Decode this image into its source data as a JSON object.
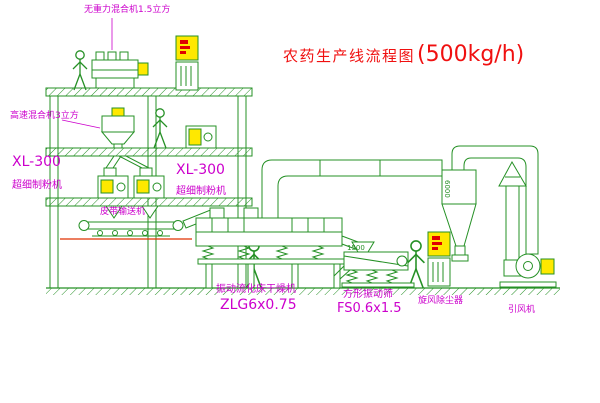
{
  "title": {
    "text": "农药生产线流程图",
    "capacity": "(500kg/h)"
  },
  "labels": {
    "gravity_mixer": "无重力混合机1.5立方",
    "high_speed_mixer": "高速混合机3立方",
    "mill_left_model": "XL-300",
    "mill_left_name": "超细制粉机",
    "mill_right_model": "XL-300",
    "mill_right_name": "超细制粉机",
    "belt_conveyor": "皮带输送机",
    "dryer_name": "振动流化床干燥机",
    "dryer_model": "ZLG6x0.75",
    "screen_name": "方形振动筛",
    "screen_model": "FS0.6x1.5",
    "cyclone_name": "旋风除尘器",
    "fan_name": "引风机"
  },
  "dimensions": {
    "screen_length": "1500",
    "cyclone_height": "6000"
  },
  "colors": {
    "line": "#259025",
    "label": "#cc00cc",
    "title": "#f01010",
    "panel_fill": "#ffe800",
    "alert": "#e00000"
  }
}
